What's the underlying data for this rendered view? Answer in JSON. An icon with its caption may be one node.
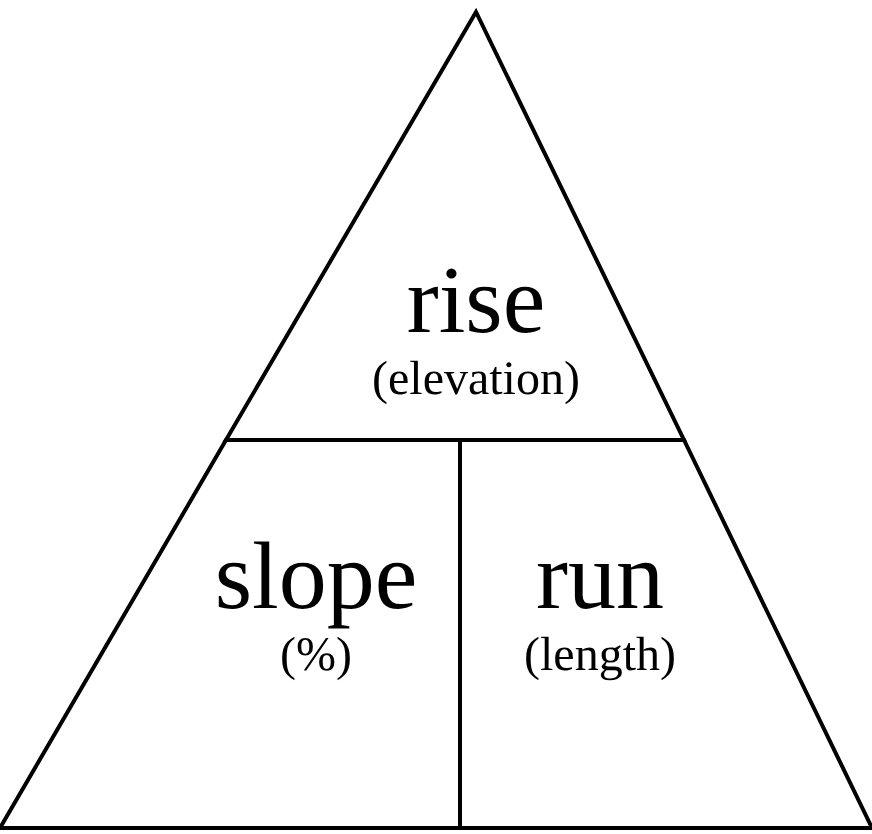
{
  "diagram": {
    "nodes": [
      {
        "text": [
          "rise",
          "(elevation)"
        ]
      },
      {
        "text": [
          "slope",
          "(%)"
        ]
      },
      {
        "text": [
          "run",
          "(length)"
        ]
      }
    ]
  }
}
